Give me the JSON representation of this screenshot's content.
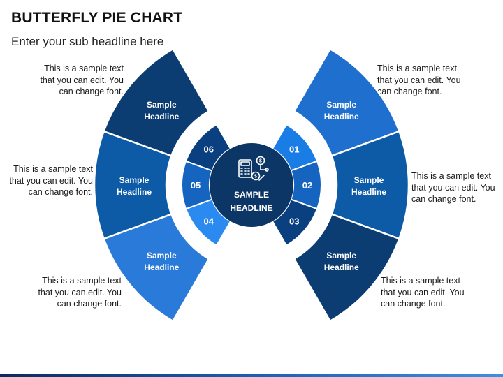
{
  "header": {
    "title": "BUTTERFLY PIE CHART",
    "subtitle": "Enter your sub headline here"
  },
  "center": {
    "label_line1": "SAMPLE",
    "label_line2": "HEADLINE",
    "icon": "finance-calculator-coins-icon"
  },
  "segments": [
    {
      "number": "01",
      "headline_line1": "Sample",
      "headline_line2": "Headline",
      "text_lines": [
        "This is a sample text",
        "that you can edit. You",
        "can change font."
      ],
      "outer_color": "#1f6fcf",
      "ring_color": "#1a7de6"
    },
    {
      "number": "02",
      "headline_line1": "Sample",
      "headline_line2": "Headline",
      "text_lines": [
        "This is a sample text",
        "that you can edit. You",
        "can change font."
      ],
      "outer_color": "#0d5aa7",
      "ring_color": "#1565c0"
    },
    {
      "number": "03",
      "headline_line1": "Sample",
      "headline_line2": "Headline",
      "text_lines": [
        "This is a sample text",
        "that you can edit. You",
        "can change font."
      ],
      "outer_color": "#0b3d73",
      "ring_color": "#0a3f80"
    },
    {
      "number": "04",
      "headline_line1": "Sample",
      "headline_line2": "Headline",
      "text_lines": [
        "This is a sample text",
        "that you can edit. You",
        "can change font."
      ],
      "outer_color": "#2a7ad9",
      "ring_color": "#2b8af0"
    },
    {
      "number": "05",
      "headline_line1": "Sample",
      "headline_line2": "Headline",
      "text_lines": [
        "This is a sample text",
        "that you can edit. You",
        "can change font."
      ],
      "outer_color": "#0d5aa7",
      "ring_color": "#1565c0"
    },
    {
      "number": "06",
      "headline_line1": "Sample",
      "headline_line2": "Headline",
      "text_lines": [
        "This is a sample text",
        "that you can edit. You",
        "can change font."
      ],
      "outer_color": "#0b3d73",
      "ring_color": "#0a3f80"
    }
  ],
  "colors": {
    "center_fill": "#0b3666",
    "gap_ring": "#ffffff",
    "footer_start": "#0d2b5c",
    "footer_end": "#3d8fe0"
  }
}
